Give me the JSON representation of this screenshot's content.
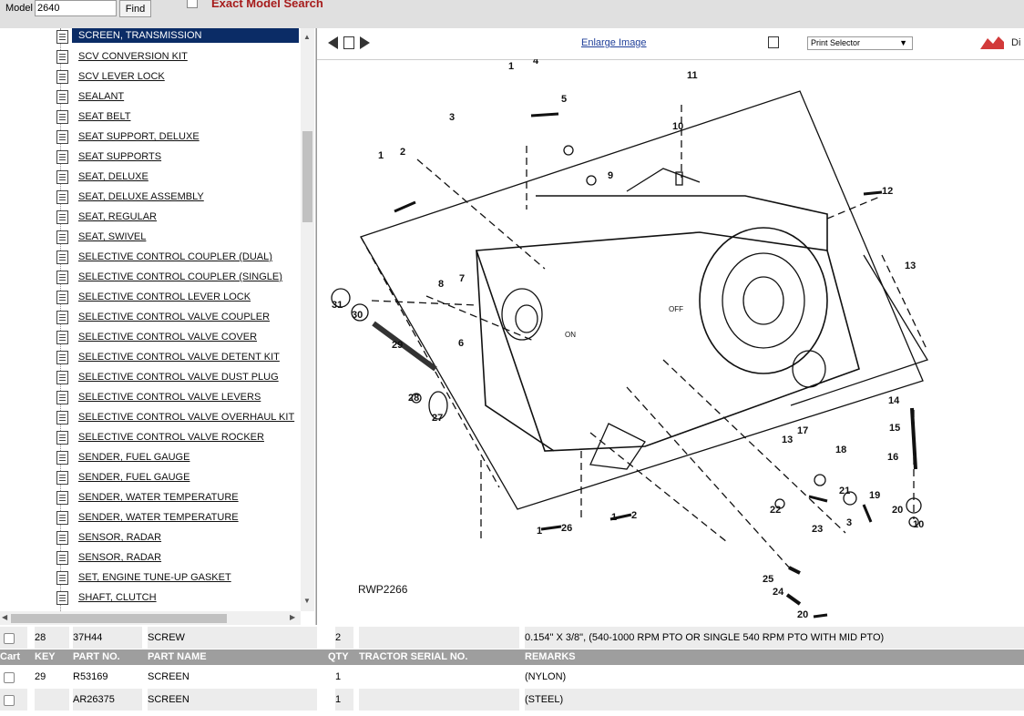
{
  "search": {
    "model_label": "Model",
    "model_value": "2640",
    "find_label": "Find",
    "exact_label": "Exact Model Search"
  },
  "tree": {
    "items": [
      {
        "label": "SCREEN, TRANSMISSION",
        "selected": true
      },
      {
        "label": "SCV CONVERSION KIT"
      },
      {
        "label": "SCV LEVER LOCK"
      },
      {
        "label": "SEALANT"
      },
      {
        "label": "SEAT BELT"
      },
      {
        "label": "SEAT SUPPORT, DELUXE"
      },
      {
        "label": "SEAT SUPPORTS"
      },
      {
        "label": "SEAT, DELUXE"
      },
      {
        "label": "SEAT, DELUXE ASSEMBLY"
      },
      {
        "label": "SEAT, REGULAR"
      },
      {
        "label": "SEAT, SWIVEL"
      },
      {
        "label": "SELECTIVE CONTROL COUPLER (DUAL)"
      },
      {
        "label": "SELECTIVE CONTROL COUPLER (SINGLE)"
      },
      {
        "label": "SELECTIVE CONTROL LEVER LOCK"
      },
      {
        "label": "SELECTIVE CONTROL VALVE COUPLER"
      },
      {
        "label": "SELECTIVE CONTROL VALVE COVER"
      },
      {
        "label": "SELECTIVE CONTROL VALVE DETENT KIT"
      },
      {
        "label": "SELECTIVE CONTROL VALVE DUST PLUG"
      },
      {
        "label": "SELECTIVE CONTROL VALVE LEVERS"
      },
      {
        "label": "SELECTIVE CONTROL VALVE OVERHAUL KIT"
      },
      {
        "label": "SELECTIVE CONTROL VALVE ROCKER"
      },
      {
        "label": "SENDER, FUEL GAUGE"
      },
      {
        "label": "SENDER, FUEL GAUGE"
      },
      {
        "label": "SENDER, WATER TEMPERATURE"
      },
      {
        "label": "SENDER, WATER TEMPERATURE"
      },
      {
        "label": "SENSOR, RADAR"
      },
      {
        "label": "SENSOR, RADAR"
      },
      {
        "label": "SET, ENGINE TUNE-UP GASKET"
      },
      {
        "label": "SHAFT, CLUTCH"
      }
    ]
  },
  "viewer": {
    "enlarge_label": "Enlarge Image",
    "print_select_label": "Print Selector",
    "di_label": "Di",
    "figure_code": "RWP2266",
    "on_label": "ON",
    "off_label": "OFF",
    "callouts": [
      "1",
      "4",
      "11",
      "3",
      "5",
      "10",
      "9",
      "2",
      "1",
      "12",
      "13",
      "8",
      "7",
      "31",
      "30",
      "29",
      "6",
      "28",
      "27",
      "14",
      "15",
      "17",
      "13",
      "18",
      "16",
      "21",
      "19",
      "20",
      "10",
      "22",
      "23",
      "3",
      "2",
      "1",
      "1",
      "26",
      "25",
      "24",
      "20"
    ]
  },
  "detail": {
    "columns": {
      "cart": "Cart",
      "key": "KEY",
      "part_no": "PART NO.",
      "part_name": "PART NAME",
      "qty": "QTY",
      "serial": "TRACTOR SERIAL NO.",
      "remarks": "REMARKS"
    },
    "rows": [
      {
        "key": "28",
        "part_no": "37H44",
        "part_name": "SCREW",
        "qty": "2",
        "serial": "",
        "remarks": "0.154\" X 3/8\", (540-1000 RPM PTO OR SINGLE 540 RPM PTO WITH MID PTO)"
      },
      {
        "key": "29",
        "part_no": "R53169",
        "part_name": "SCREEN",
        "qty": "1",
        "serial": "",
        "remarks": "(NYLON)"
      },
      {
        "key": "",
        "part_no": "AR26375",
        "part_name": "SCREEN",
        "qty": "1",
        "serial": "",
        "remarks": "(STEEL)"
      }
    ]
  }
}
